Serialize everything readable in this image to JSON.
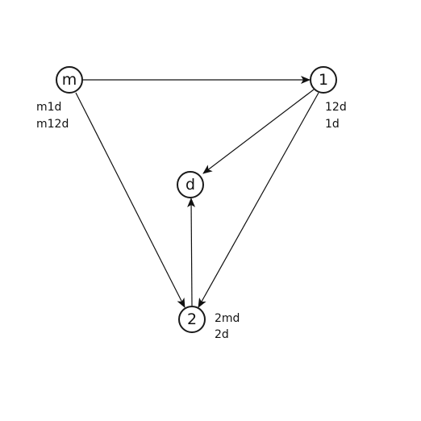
{
  "nodes": {
    "m": {
      "label": "m"
    },
    "one": {
      "label": "1"
    },
    "d": {
      "label": "d"
    },
    "two": {
      "label": "2"
    }
  },
  "edges": [
    {
      "from": "m",
      "to": "one"
    },
    {
      "from": "m",
      "to": "two"
    },
    {
      "from": "one",
      "to": "d"
    },
    {
      "from": "one",
      "to": "two"
    },
    {
      "from": "two",
      "to": "d"
    }
  ],
  "annotations": {
    "m": [
      "m1d",
      "m12d"
    ],
    "one": [
      "12d",
      "1d"
    ],
    "two": [
      "2md",
      "2d"
    ]
  }
}
